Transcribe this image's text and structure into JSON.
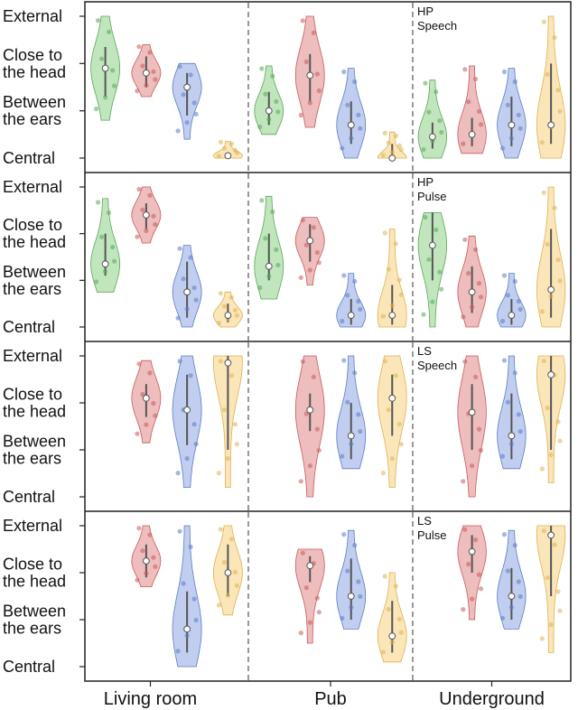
{
  "chart_data": {
    "type": "violin",
    "y_categories": [
      "Central",
      "Between the ears",
      "Close to the head",
      "External"
    ],
    "y_tick_lines": [
      [
        "Central"
      ],
      [
        "Between",
        "the ears"
      ],
      [
        "Close to",
        "the head"
      ],
      [
        "External"
      ]
    ],
    "x_categories": [
      "Living room",
      "Pub",
      "Underground"
    ],
    "series_colors": {
      "green": "#9fd89a",
      "red": "#e59a9a",
      "blue": "#9fb4e6",
      "yellow": "#f7d894"
    },
    "panels": [
      {
        "title_lines": [
          "HP",
          "Speech"
        ],
        "groups": [
          {
            "violins": [
              {
                "series": "green",
                "median": 2.9,
                "q": [
                  2.3,
                  3.35
                ],
                "range": [
                  1.8,
                  4.0
                ]
              },
              {
                "series": "red",
                "median": 2.8,
                "q": [
                  2.5,
                  3.15
                ],
                "range": [
                  2.3,
                  3.4
                ]
              },
              {
                "series": "blue",
                "median": 2.5,
                "q": [
                  1.9,
                  2.8
                ],
                "range": [
                  1.4,
                  3.0
                ]
              },
              {
                "series": "yellow",
                "median": 1.05,
                "q": [
                  1.0,
                  1.1
                ],
                "range": [
                  1.0,
                  1.35
                ]
              }
            ]
          },
          {
            "violins": [
              {
                "series": "green",
                "median": 2.0,
                "q": [
                  1.7,
                  2.4
                ],
                "range": [
                  1.5,
                  2.95
                ]
              },
              {
                "series": "red",
                "median": 2.75,
                "q": [
                  2.2,
                  3.2
                ],
                "range": [
                  1.65,
                  4.0
                ]
              },
              {
                "series": "blue",
                "median": 1.7,
                "q": [
                  1.3,
                  2.2
                ],
                "range": [
                  1.0,
                  2.9
                ]
              },
              {
                "series": "yellow",
                "median": 1.0,
                "q": [
                  1.0,
                  1.3
                ],
                "range": [
                  1.0,
                  1.55
                ]
              }
            ]
          },
          {
            "violins": [
              {
                "series": "green",
                "median": 1.45,
                "q": [
                  1.2,
                  1.75
                ],
                "range": [
                  1.0,
                  2.65
                ]
              },
              {
                "series": "red",
                "median": 1.5,
                "q": [
                  1.25,
                  1.85
                ],
                "range": [
                  1.1,
                  2.95
                ]
              },
              {
                "series": "blue",
                "median": 1.7,
                "q": [
                  1.25,
                  2.3
                ],
                "range": [
                  1.0,
                  2.9
                ]
              },
              {
                "series": "yellow",
                "median": 1.7,
                "q": [
                  1.3,
                  3.0
                ],
                "range": [
                  1.0,
                  4.0
                ]
              }
            ]
          }
        ]
      },
      {
        "title_lines": [
          "HP",
          "Pulse"
        ],
        "groups": [
          {
            "violins": [
              {
                "series": "green",
                "median": 2.35,
                "q": [
                  2.1,
                  3.0
                ],
                "range": [
                  1.75,
                  3.75
                ]
              },
              {
                "series": "red",
                "median": 3.4,
                "q": [
                  3.1,
                  3.65
                ],
                "range": [
                  2.8,
                  4.0
                ]
              },
              {
                "series": "blue",
                "median": 1.75,
                "q": [
                  1.2,
                  2.4
                ],
                "range": [
                  1.0,
                  2.75
                ]
              },
              {
                "series": "yellow",
                "median": 1.25,
                "q": [
                  1.1,
                  1.5
                ],
                "range": [
                  1.0,
                  1.75
                ]
              }
            ]
          },
          {
            "violins": [
              {
                "series": "green",
                "median": 2.3,
                "q": [
                  2.0,
                  3.0
                ],
                "range": [
                  1.6,
                  3.8
                ]
              },
              {
                "series": "red",
                "median": 2.85,
                "q": [
                  2.4,
                  3.2
                ],
                "range": [
                  1.9,
                  3.35
                ]
              },
              {
                "series": "blue",
                "median": 1.25,
                "q": [
                  1.05,
                  1.6
                ],
                "range": [
                  1.0,
                  2.15
                ]
              },
              {
                "series": "yellow",
                "median": 1.25,
                "q": [
                  1.05,
                  1.9
                ],
                "range": [
                  1.0,
                  3.1
                ]
              }
            ]
          },
          {
            "violins": [
              {
                "series": "green",
                "median": 2.75,
                "q": [
                  2.0,
                  3.45
                ],
                "range": [
                  1.0,
                  3.45
                ]
              },
              {
                "series": "red",
                "median": 1.75,
                "q": [
                  1.3,
                  2.3
                ],
                "range": [
                  1.0,
                  2.95
                ]
              },
              {
                "series": "blue",
                "median": 1.25,
                "q": [
                  1.05,
                  1.6
                ],
                "range": [
                  1.0,
                  2.15
                ]
              },
              {
                "series": "yellow",
                "median": 1.8,
                "q": [
                  1.2,
                  3.1
                ],
                "range": [
                  1.0,
                  4.0
                ]
              }
            ]
          }
        ]
      },
      {
        "title_lines": [
          "LS",
          "Speech"
        ],
        "groups": [
          {
            "violins": [
              {
                "series": "red",
                "median": 3.1,
                "q": [
                  2.7,
                  3.4
                ],
                "range": [
                  2.15,
                  3.9
                ]
              },
              {
                "series": "blue",
                "median": 2.85,
                "q": [
                  2.1,
                  3.6
                ],
                "range": [
                  1.2,
                  4.0
                ]
              },
              {
                "series": "yellow",
                "median": 3.85,
                "q": [
                  2.0,
                  4.0
                ],
                "range": [
                  1.2,
                  4.0
                ]
              }
            ]
          },
          {
            "violins": [
              {
                "series": "red",
                "median": 2.85,
                "q": [
                  2.4,
                  3.2
                ],
                "range": [
                  1.0,
                  4.0
                ]
              },
              {
                "series": "blue",
                "median": 2.3,
                "q": [
                  1.8,
                  3.0
                ],
                "range": [
                  1.6,
                  4.0
                ]
              },
              {
                "series": "yellow",
                "median": 3.1,
                "q": [
                  2.3,
                  3.6
                ],
                "range": [
                  1.2,
                  4.0
                ]
              }
            ]
          },
          {
            "violins": [
              {
                "series": "red",
                "median": 2.8,
                "q": [
                  2.0,
                  3.4
                ],
                "range": [
                  1.0,
                  4.0
                ]
              },
              {
                "series": "blue",
                "median": 2.3,
                "q": [
                  1.8,
                  3.2
                ],
                "range": [
                  1.6,
                  4.0
                ]
              },
              {
                "series": "yellow",
                "median": 3.6,
                "q": [
                  2.0,
                  4.0
                ],
                "range": [
                  1.3,
                  4.0
                ]
              }
            ]
          }
        ]
      },
      {
        "title_lines": [
          "LS",
          "Pulse"
        ],
        "groups": [
          {
            "violins": [
              {
                "series": "red",
                "median": 3.25,
                "q": [
                  2.9,
                  3.6
                ],
                "range": [
                  2.7,
                  4.0
                ]
              },
              {
                "series": "blue",
                "median": 1.8,
                "q": [
                  1.3,
                  2.6
                ],
                "range": [
                  1.0,
                  4.0
                ]
              },
              {
                "series": "yellow",
                "median": 3.0,
                "q": [
                  2.5,
                  3.6
                ],
                "range": [
                  2.1,
                  4.0
                ]
              }
            ]
          },
          {
            "violins": [
              {
                "series": "red",
                "median": 3.15,
                "q": [
                  2.8,
                  3.35
                ],
                "range": [
                  1.5,
                  3.5
                ]
              },
              {
                "series": "blue",
                "median": 2.5,
                "q": [
                  2.0,
                  3.3
                ],
                "range": [
                  1.8,
                  3.9
                ]
              },
              {
                "series": "yellow",
                "median": 1.65,
                "q": [
                  1.3,
                  2.4
                ],
                "range": [
                  1.1,
                  3.0
                ]
              }
            ]
          },
          {
            "violins": [
              {
                "series": "red",
                "median": 3.45,
                "q": [
                  3.0,
                  3.8
                ],
                "range": [
                  2.0,
                  4.0
                ]
              },
              {
                "series": "blue",
                "median": 2.5,
                "q": [
                  2.0,
                  3.1
                ],
                "range": [
                  1.8,
                  3.9
                ]
              },
              {
                "series": "yellow",
                "median": 3.8,
                "q": [
                  2.5,
                  4.0
                ],
                "range": [
                  1.3,
                  4.0
                ]
              }
            ]
          }
        ]
      }
    ]
  }
}
